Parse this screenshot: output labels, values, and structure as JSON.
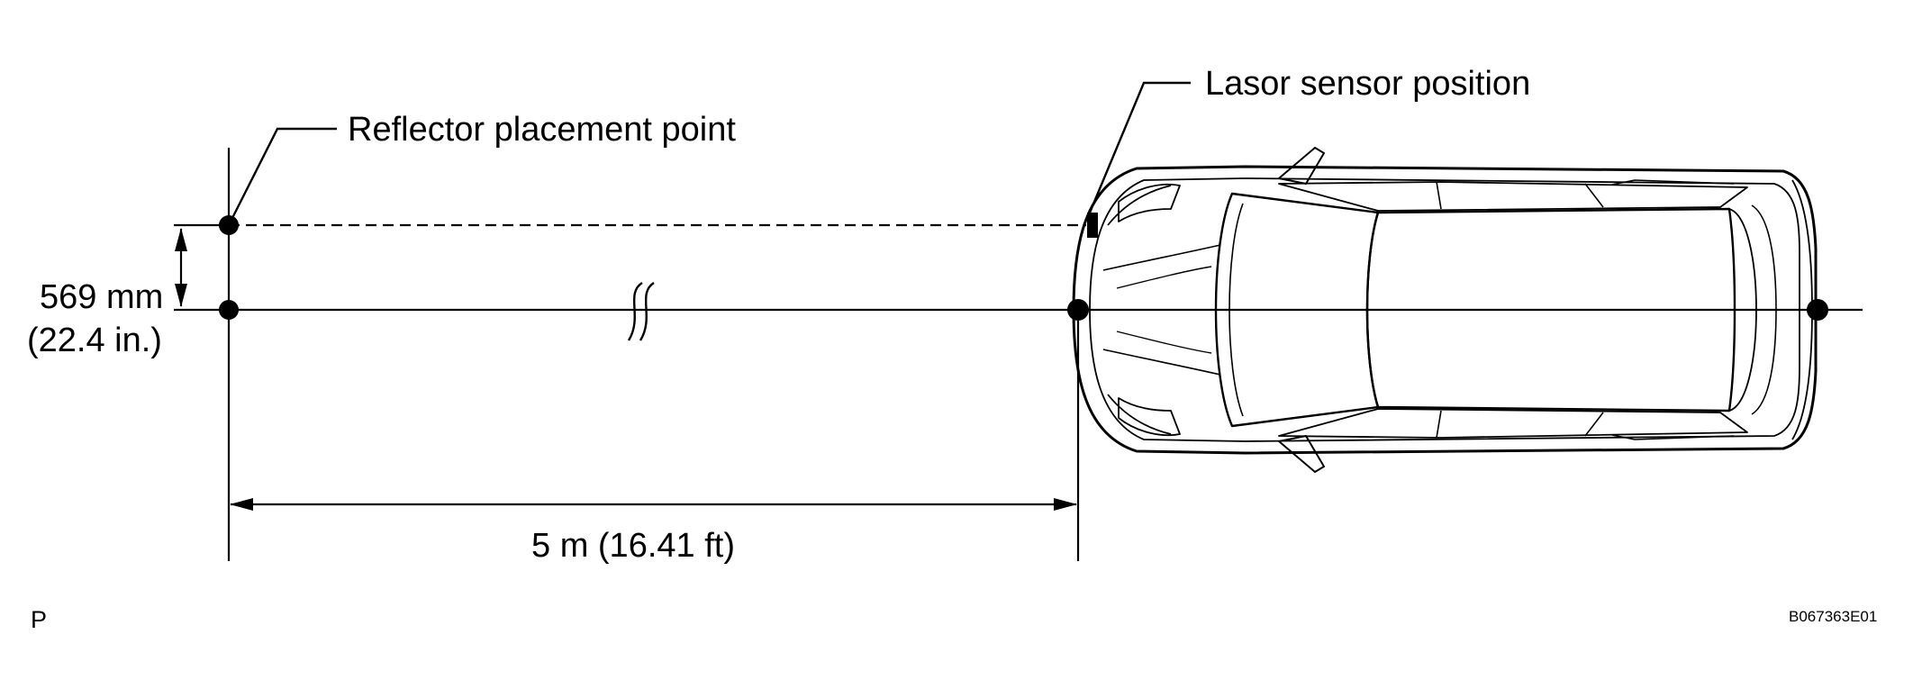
{
  "labels": {
    "laser_sensor": "Lasor sensor position",
    "reflector_point": "Reflector placement point",
    "offset_mm": "569 mm",
    "offset_in": "(22.4 in.)",
    "distance": "5 m (16.41 ft)",
    "corner_letter": "P",
    "figure_code": "B067363E01"
  },
  "colors": {
    "ink": "#000000",
    "background": "#ffffff"
  }
}
